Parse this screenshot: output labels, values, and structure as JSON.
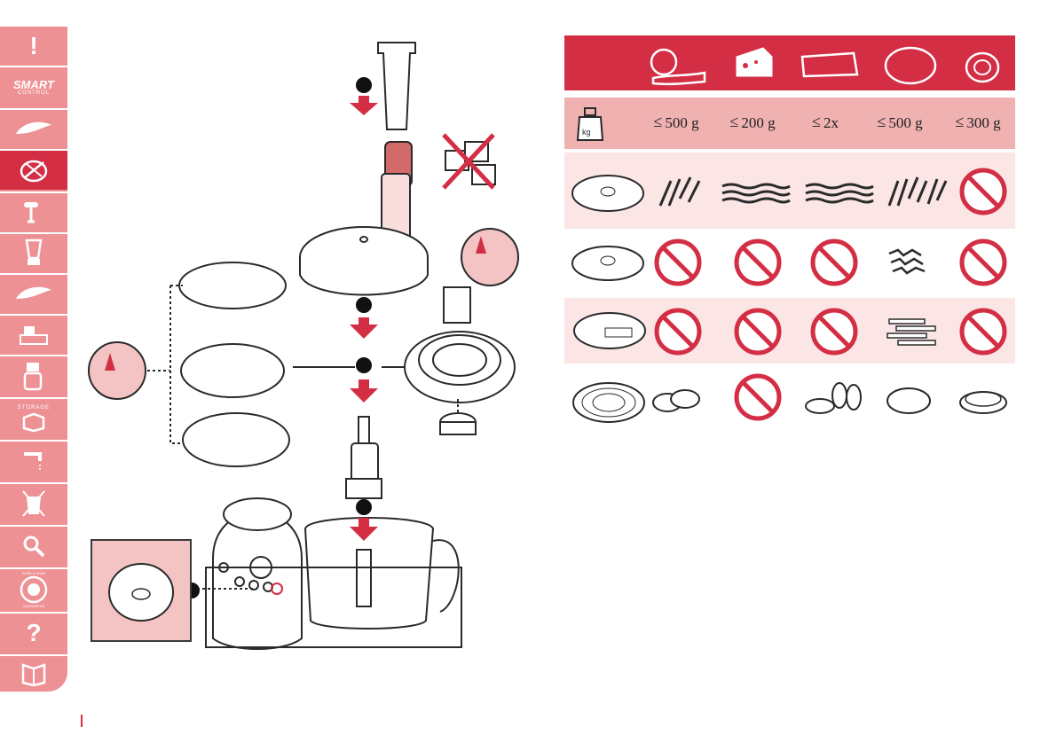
{
  "sidebar": {
    "tabs": [
      {
        "icon": "exclamation-icon",
        "label": "!"
      },
      {
        "icon": "smart-control-logo",
        "label_top": "SMART",
        "label_bottom": "CONTROL"
      },
      {
        "icon": "leaf-icon"
      },
      {
        "icon": "slicing-disc-icon",
        "active": true
      },
      {
        "icon": "whisk-icon"
      },
      {
        "icon": "blender-icon"
      },
      {
        "icon": "leaf-icon"
      },
      {
        "icon": "citrus-press-icon"
      },
      {
        "icon": "mincer-icon"
      },
      {
        "icon": "storage-box-icon",
        "label": "STORAGE"
      },
      {
        "icon": "tap-icon"
      },
      {
        "icon": "recycle-bin-icon"
      },
      {
        "icon": "search-icon"
      },
      {
        "icon": "worldwide-guarantee-icon",
        "label_top": "WORLD-WIDE",
        "label_bottom": "GUARANTEE"
      },
      {
        "icon": "question-icon",
        "label": "?"
      },
      {
        "icon": "book-icon"
      }
    ]
  },
  "table": {
    "header_icons": [
      "apple-carrot-icon",
      "cheese-icon",
      "cucumber-icon",
      "cabbage-icon",
      "onion-icon"
    ],
    "weight_icon": "kg-weight-icon",
    "weight_label": "kg",
    "less_equal_symbol": "≤",
    "quantities": [
      "500 g",
      "200 g",
      "2x",
      "500 g",
      "300 g"
    ],
    "rows": [
      {
        "disc": "grating-disc-fine",
        "cells": [
          "result-grated",
          "result-grated",
          "result-grated",
          "result-grated",
          "not-allowed"
        ]
      },
      {
        "disc": "grating-disc-coarse",
        "cells": [
          "not-allowed",
          "not-allowed",
          "not-allowed",
          "result-grated",
          "not-allowed"
        ]
      },
      {
        "disc": "french-fries-disc",
        "cells": [
          "not-allowed",
          "not-allowed",
          "not-allowed",
          "result-sticks",
          "not-allowed"
        ]
      },
      {
        "disc": "slicing-disc",
        "cells": [
          "result-slices",
          "not-allowed",
          "result-slices",
          "result-slices",
          "result-slices"
        ]
      }
    ],
    "colors": {
      "header": "#d42e44",
      "weight_row": "#f0b1b1",
      "row_light": "#fbe5e5",
      "no_sign": "#d42e44"
    }
  }
}
